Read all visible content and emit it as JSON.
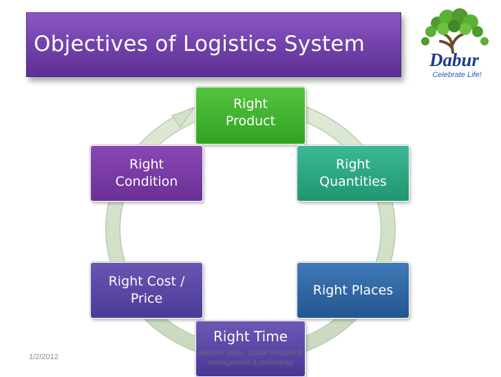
{
  "slide": {
    "title": "Objectives of Logistics System",
    "date": "1/2/2012",
    "footer": "Rashmi Vasu · Dabur Institute of\nmanagement & technology"
  },
  "logo": {
    "text": "Dabur",
    "tagline": "Celebrate Life!"
  },
  "cycle": {
    "items": [
      {
        "label": "Right\nProduct"
      },
      {
        "label": "Right\nQuantities"
      },
      {
        "label": "Right Places"
      },
      {
        "label": "Right Time"
      },
      {
        "label": "Right Cost /\nPrice"
      },
      {
        "label": "Right\nCondition"
      }
    ]
  },
  "colors": {
    "title_bar": "#7040a8",
    "product": "#3fb030",
    "quantities": "#2ba57f",
    "places": "#2f68a3",
    "time": "#4a3794",
    "cost": "#5a48a6",
    "condition": "#7a3ca5",
    "ring": "#d8e6cf"
  }
}
